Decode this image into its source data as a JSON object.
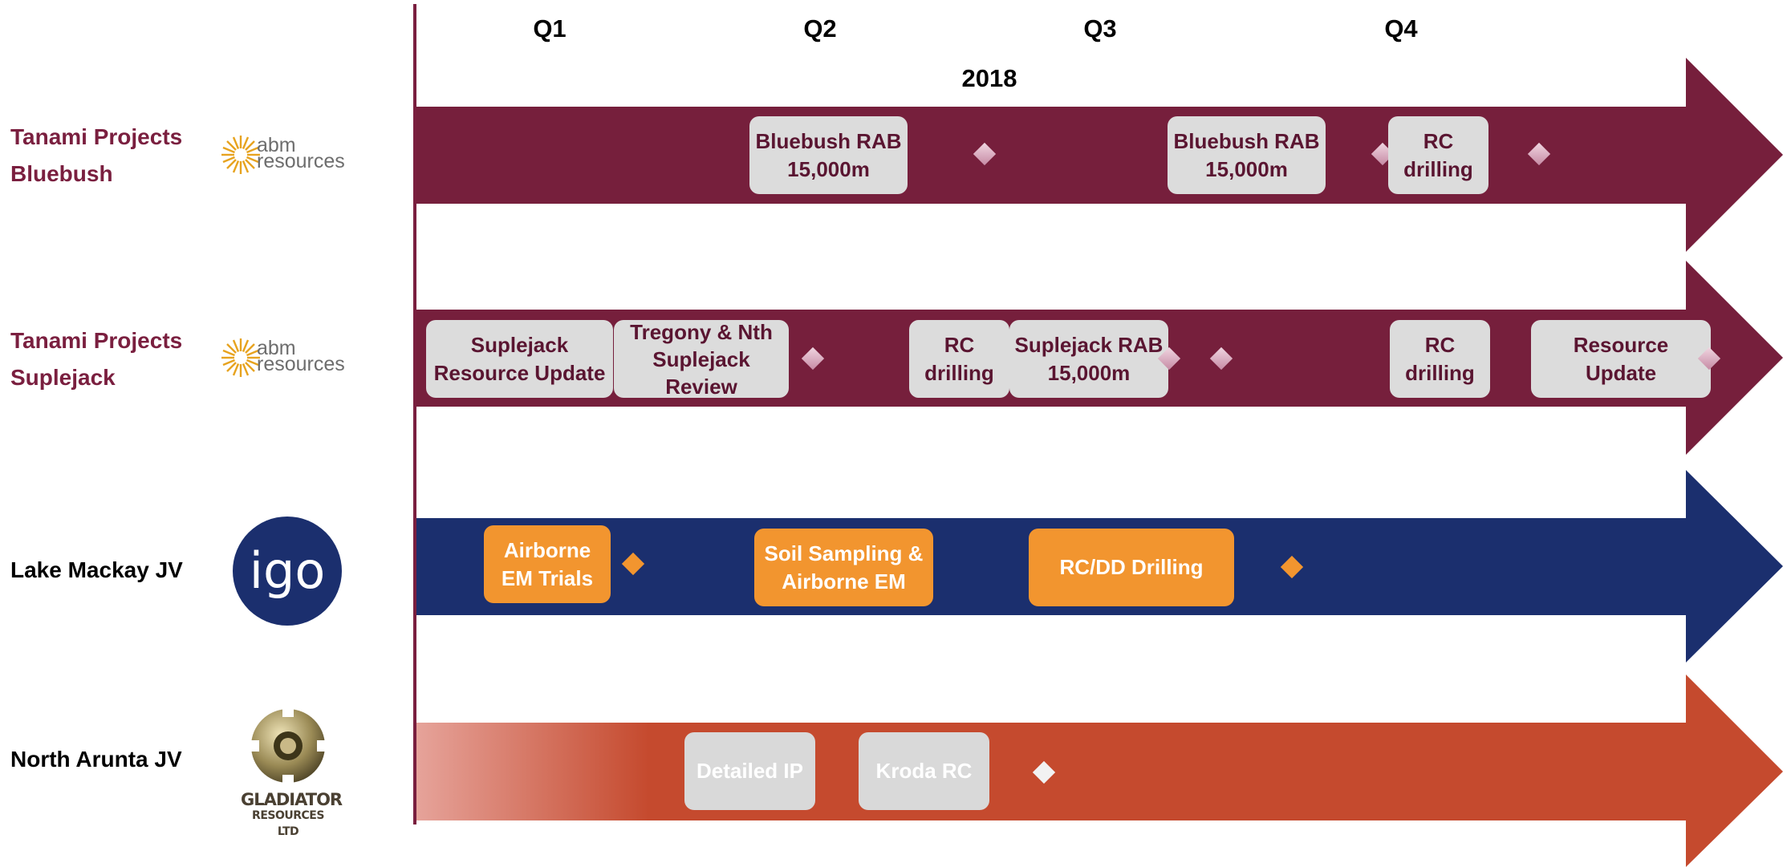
{
  "header": {
    "quarters": [
      "Q1",
      "Q2",
      "Q3",
      "Q4"
    ],
    "year": "2018"
  },
  "rows": [
    {
      "label_lines": [
        "Tanami Projects",
        "Bluebush"
      ],
      "label_color": "#7a1f3f",
      "arrow_color": "#761f3c",
      "logo": "abm-resources-logo",
      "logo_text": [
        "abm",
        "resources"
      ],
      "boxes": [
        {
          "lines": [
            "Bluebush RAB",
            "15,000m"
          ]
        },
        {
          "lines": [
            "Bluebush RAB",
            "15,000m"
          ]
        },
        {
          "lines": [
            "RC",
            "drilling"
          ]
        }
      ]
    },
    {
      "label_lines": [
        "Tanami Projects",
        "Suplejack"
      ],
      "label_color": "#7a1f3f",
      "arrow_color": "#761f3c",
      "logo": "abm-resources-logo",
      "logo_text": [
        "abm",
        "resources"
      ],
      "boxes": [
        {
          "lines": [
            "Suplejack",
            "Resource Update"
          ]
        },
        {
          "lines": [
            "Tregony & Nth",
            "Suplejack",
            "Review"
          ]
        },
        {
          "lines": [
            "RC",
            "drilling"
          ]
        },
        {
          "lines": [
            "Suplejack RAB",
            "15,000m"
          ]
        },
        {
          "lines": [
            "RC",
            "drilling"
          ]
        },
        {
          "lines": [
            "Resource",
            "Update"
          ]
        }
      ]
    },
    {
      "label_lines": [
        "Lake Mackay JV"
      ],
      "label_color": "#000000",
      "arrow_color": "#1b2f6e",
      "logo": "igo-logo",
      "logo_text": [
        "igo"
      ],
      "boxes": [
        {
          "lines": [
            "Airborne",
            "EM Trials"
          ]
        },
        {
          "lines": [
            "Soil Sampling &",
            "Airborne EM"
          ]
        },
        {
          "lines": [
            "RC/DD Drilling"
          ]
        }
      ]
    },
    {
      "label_lines": [
        "North Arunta JV"
      ],
      "label_color": "#000000",
      "arrow_color": "#c54a2e",
      "logo": "gladiator-resources-logo",
      "logo_text": [
        "GLADIATOR",
        "RESOURCES LTD"
      ],
      "boxes": [
        {
          "lines": [
            "Detailed IP"
          ]
        },
        {
          "lines": [
            "Kroda RC"
          ]
        }
      ]
    }
  ]
}
